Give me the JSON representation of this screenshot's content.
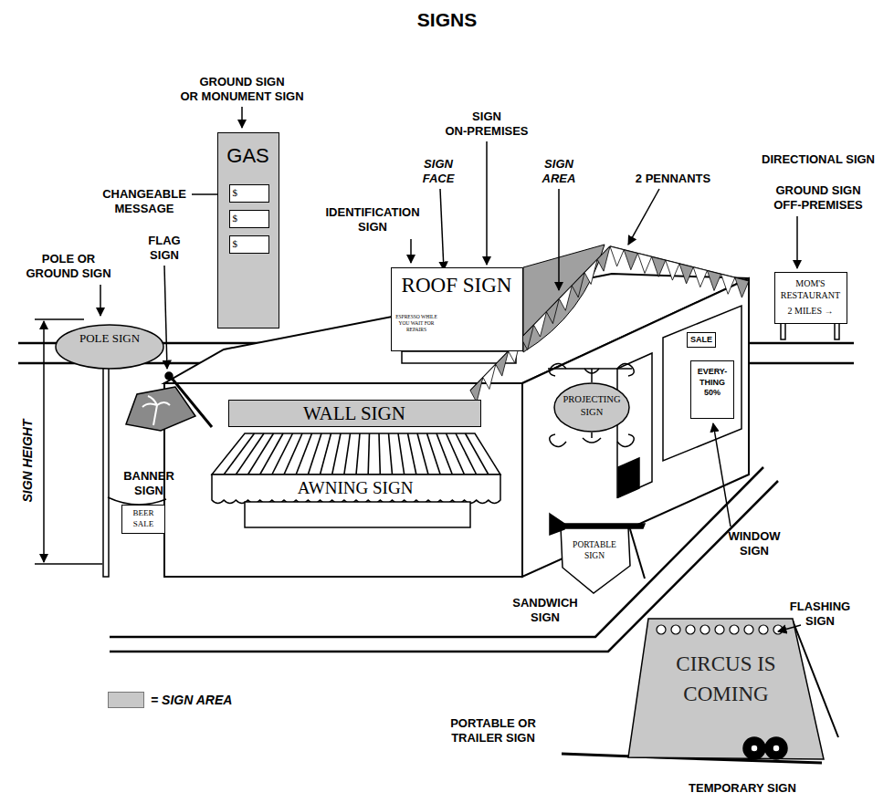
{
  "diagram": {
    "title": "SIGNS",
    "nodes": [
      {
        "text": [
          "GAS"
        ]
      },
      {
        "text": [
          "$"
        ],
        "in": 0
      },
      {
        "text": [
          "$"
        ],
        "in": 0
      },
      {
        "text": [
          "$"
        ],
        "in": 0
      },
      {
        "text": [
          "POLE SIGN"
        ]
      },
      {
        "text": [
          "ROOF SIGN",
          "ESPRESSO WHILE YOU WAIT FOR REPAIRS"
        ]
      },
      {
        "text": [
          "MOM'S RESTAURANT",
          "2 MILES →"
        ]
      },
      {
        "text": [
          "WALL SIGN"
        ]
      },
      {
        "text": [
          "PROJECTING SIGN"
        ]
      },
      {
        "text": [
          "SALE"
        ]
      },
      {
        "text": [
          "EVERY-THING 50%"
        ]
      },
      {
        "text": [
          "AWNING SIGN"
        ]
      },
      {
        "text": [
          "BEER SALE"
        ]
      },
      {
        "text": [
          "PORTABLE SIGN"
        ]
      },
      {
        "text": [
          "CIRCUS IS COMING"
        ]
      }
    ],
    "labels": [
      "GROUND SIGN OR MONUMENT SIGN",
      "SIGN ON-PREMISES",
      "SIGN FACE",
      "SIGN AREA",
      "DIRECTIONAL SIGN",
      "2 PENNANTS",
      "GROUND SIGN OFF-PREMISES",
      "CHANGEABLE MESSAGE",
      "IDENTIFICATION SIGN",
      "FLAG SIGN",
      "POLE OR GROUND SIGN",
      "SIGN HEIGHT",
      "BANNER SIGN",
      "WINDOW SIGN",
      "SANDWICH SIGN",
      "FLASHING SIGN",
      "PORTABLE OR TRAILER SIGN",
      "TEMPORARY SIGN"
    ],
    "legend": [
      {
        "text": "= SIGN AREA",
        "color": "#c8c8c8"
      }
    ]
  }
}
